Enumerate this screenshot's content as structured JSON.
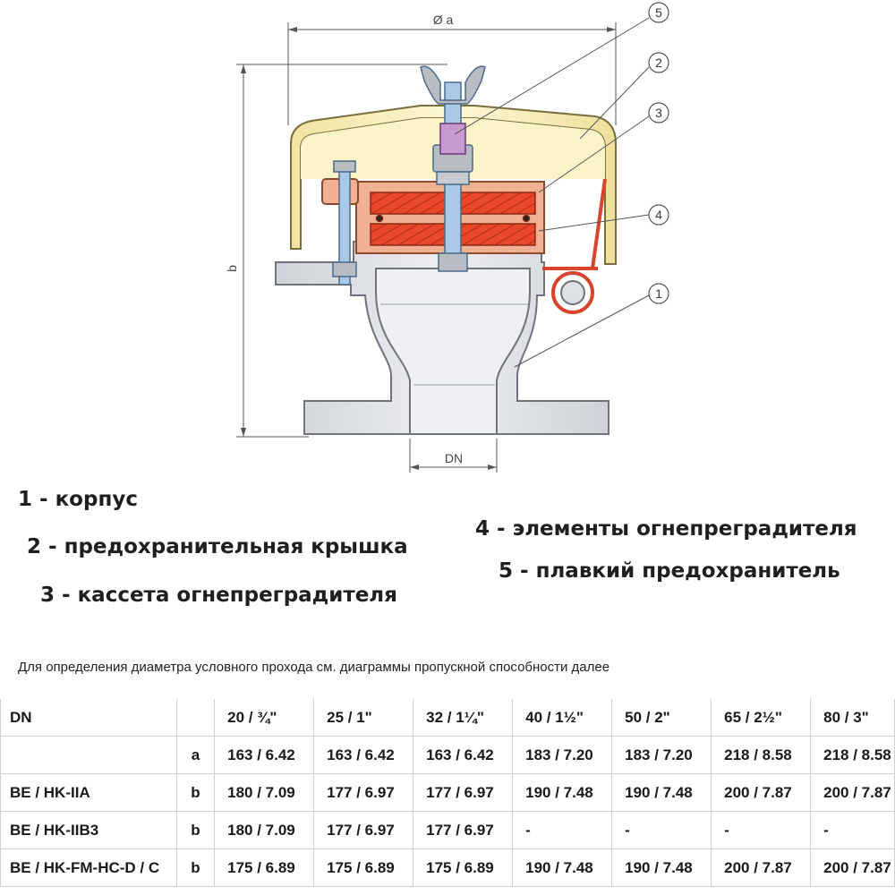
{
  "diagram": {
    "dimension_labels": {
      "diameter": "Ø a",
      "height": "b",
      "nominal": "DN"
    },
    "callouts": [
      "5",
      "2",
      "3",
      "4",
      "1"
    ]
  },
  "legend": {
    "item1": "1 - корпус",
    "item2": "2 - предохранительная крышка",
    "item3": "3 - кассета огнепреградителя",
    "item4": "4 - элементы огнепреградителя",
    "item5": "5 - плавкий предохранитель"
  },
  "note": "Для определения диаметра условного прохода см. диаграммы пропускной способности далее",
  "table": {
    "header": {
      "label": "DN",
      "dim": "",
      "sizes": [
        "20 / ¾\"",
        "25 / 1\"",
        "32 / 1¼\"",
        "40 / 1½\"",
        "50 / 2\"",
        "65 / 2½\"",
        "80 / 3\""
      ]
    },
    "rows": [
      {
        "label": "",
        "dim": "a",
        "values": [
          "163 / 6.42",
          "163 / 6.42",
          "163 / 6.42",
          "183 / 7.20",
          "183 / 7.20",
          "218 / 8.58",
          "218 / 8.58"
        ]
      },
      {
        "label": "BE / HK-IIA",
        "dim": "b",
        "values": [
          "180 / 7.09",
          "177 / 6.97",
          "177 / 6.97",
          "190 / 7.48",
          "190 / 7.48",
          "200 / 7.87",
          "200 / 7.87"
        ]
      },
      {
        "label": "BE / HK-IIB3",
        "dim": "b",
        "values": [
          "180 / 7.09",
          "177 / 6.97",
          "177 / 6.97",
          "-",
          "-",
          "-",
          "-"
        ]
      },
      {
        "label": "BE / HK-FM-HC-D / C",
        "dim": "b",
        "values": [
          "175 / 6.89",
          "175 / 6.89",
          "175 / 6.89",
          "190 / 7.48",
          "190 / 7.48",
          "200 / 7.87",
          "200 / 7.87"
        ]
      }
    ]
  },
  "colors": {
    "body": "#dcdee3",
    "cover": "#faf3c4",
    "cassette": "#f0b293",
    "elements": "#e8472a",
    "bolt": "#a9c9e6",
    "fuse": "#c89bd0",
    "spring": "#d9442e"
  }
}
